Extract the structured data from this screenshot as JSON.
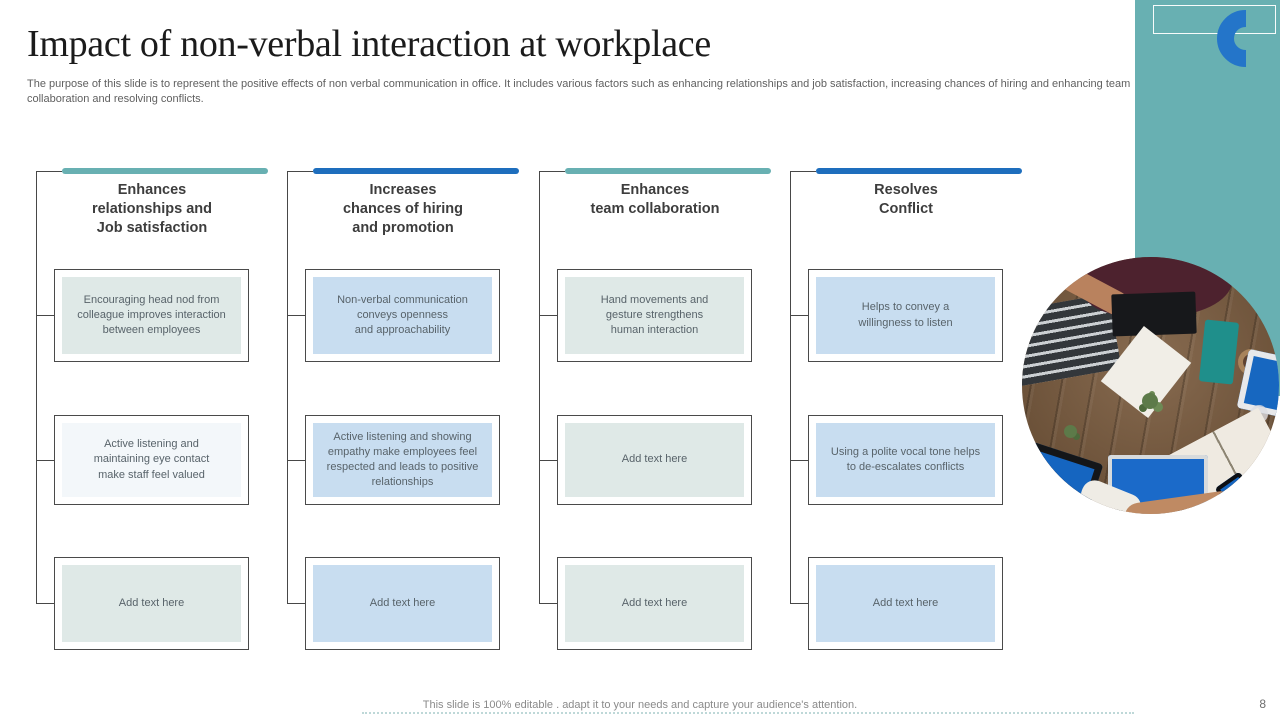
{
  "slide": {
    "title": "Impact of non-verbal interaction at workplace",
    "description": "The purpose of this slide is to represent the positive effects of non verbal communication in office. It includes various factors such as enhancing relationships and job satisfaction, increasing chances of hiring and enhancing team collaboration and resolving conflicts.",
    "footer_note": "This slide is 100% editable . adapt it to your needs and capture your audience's attention.",
    "page_number": "8"
  },
  "colors": {
    "accent_teal": "#68b0b2",
    "accent_blue": "#1e6ebd",
    "logo_blue": "#2475c9",
    "fill_light_teal": "#dfe9e7",
    "fill_light_blue": "#c8ddf0",
    "fill_near_white": "#f3f7fa",
    "box_border": "#4a4a4a",
    "box_text": "#58636a"
  },
  "logo": {
    "icon": "half-ring-c-mark"
  },
  "photo": {
    "alt": "top view of team workspace with laptops, tablets and notebooks on wooden desk"
  },
  "columns": [
    {
      "accent": "teal",
      "title": "Enhances\nrelationships and\nJob satisfaction",
      "boxes": [
        {
          "fill": "light_teal",
          "text": "Encouraging head nod from\ncolleague improves interaction\nbetween employees"
        },
        {
          "fill": "near_white",
          "text": "Active  listening and\nmaintaining eye contact\nmake staff feel valued"
        },
        {
          "fill": "light_teal",
          "text": "Add text here"
        }
      ]
    },
    {
      "accent": "blue",
      "title": "Increases\nchances of hiring\nand promotion",
      "boxes": [
        {
          "fill": "light_blue",
          "text": "Non-verbal communication\nconveys openness\nand approachability"
        },
        {
          "fill": "light_blue",
          "text": "Active  listening and showing\nempathy make employees feel\nrespected and leads to positive\nrelationships"
        },
        {
          "fill": "light_blue",
          "text": "Add text here"
        }
      ]
    },
    {
      "accent": "teal",
      "title": "Enhances\nteam collaboration",
      "boxes": [
        {
          "fill": "light_teal",
          "text": "Hand movements and\ngesture strengthens\nhuman interaction"
        },
        {
          "fill": "light_teal",
          "text": "Add text here"
        },
        {
          "fill": "light_teal",
          "text": "Add text here"
        }
      ]
    },
    {
      "accent": "blue",
      "title": "Resolves\nConflict",
      "boxes": [
        {
          "fill": "light_blue",
          "text": "Helps to convey  a\nwillingness to listen"
        },
        {
          "fill": "light_blue",
          "text": "Using a polite vocal tone helps\nto de-escalates conflicts"
        },
        {
          "fill": "light_blue",
          "text": "Add text here"
        }
      ]
    }
  ]
}
